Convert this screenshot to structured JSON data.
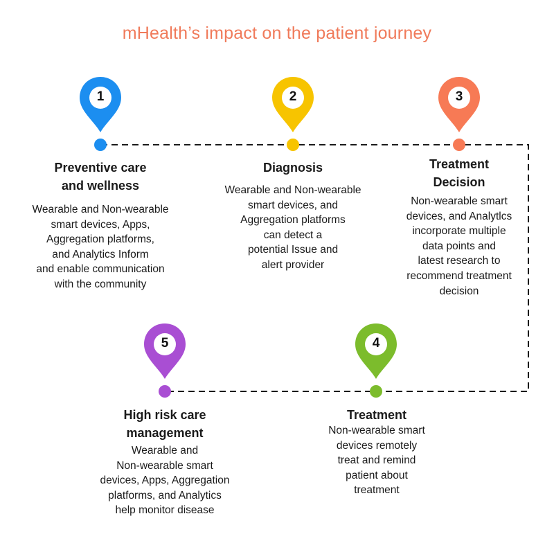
{
  "title": "mHealth’s impact on the patient journey",
  "colors": {
    "title": "#f07a5a",
    "step1": "#1c8ef0",
    "step2": "#f7c400",
    "step3": "#f77a55",
    "step4": "#7cbc2c",
    "step5": "#a94ed3",
    "connector": "#1a1a1a"
  },
  "steps": [
    {
      "number": "1",
      "title_lines": [
        "Preventive care",
        "and wellness"
      ],
      "desc_lines": [
        "Wearable and Non-wearable",
        "smart devices, Apps,",
        "Aggregation platforms,",
        "and Analytics Inform",
        "and enable communication",
        "with the community"
      ]
    },
    {
      "number": "2",
      "title_lines": [
        "Diagnosis"
      ],
      "desc_lines": [
        "Wearable and Non-wearable",
        "smart devices, and",
        "Aggregation platforms",
        "can detect a",
        "potential Issue and",
        "alert provider"
      ]
    },
    {
      "number": "3",
      "title_lines": [
        "Treatment",
        "Decision"
      ],
      "desc_lines": [
        "Non-wearable smart",
        "devices, and Analytlcs",
        "incorporate multiple",
        "data points and",
        "latest research to",
        "recommend treatment",
        "decision"
      ]
    },
    {
      "number": "4",
      "title_lines": [
        "Treatment"
      ],
      "desc_lines": [
        "Non-wearable smart",
        "devices remotely",
        "treat and remind",
        "patient about",
        "treatment"
      ]
    },
    {
      "number": "5",
      "title_lines": [
        "High risk care",
        "management"
      ],
      "desc_lines": [
        "Wearable and",
        "Non-wearable smart",
        "devices, Apps, Aggregation",
        "platforms, and Analytics",
        "help monitor disease"
      ]
    }
  ]
}
